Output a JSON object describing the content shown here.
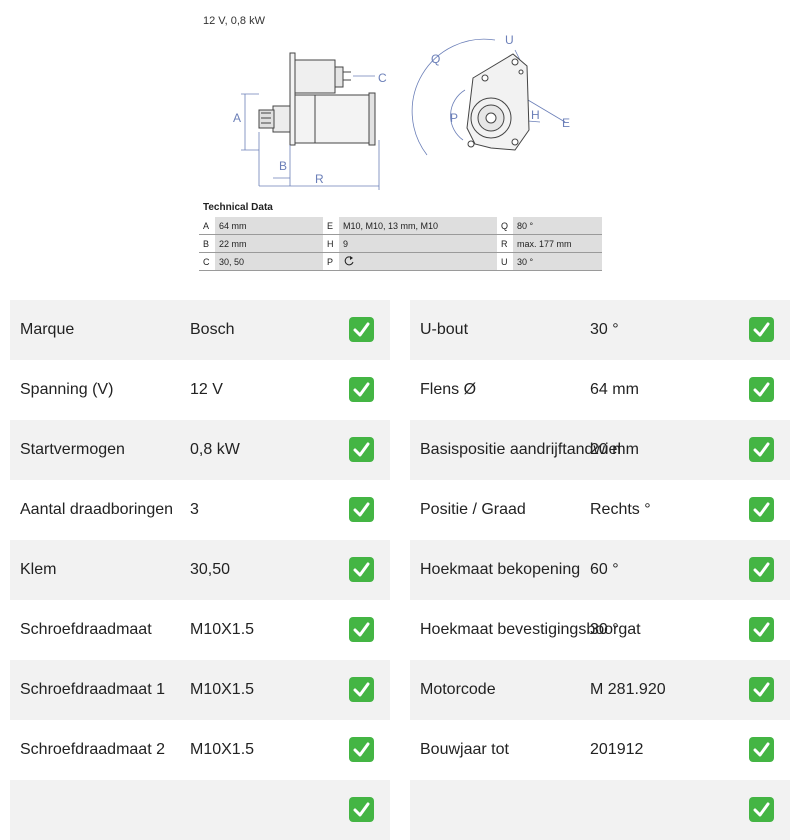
{
  "drawing": {
    "title": "12 V, 0,8 kW",
    "labels": {
      "A": "A",
      "B": "B",
      "C": "C",
      "R": "R",
      "Q": "Q",
      "U": "U",
      "P": "P",
      "H": "H",
      "E": "E"
    }
  },
  "tech": {
    "title": "Technical Data",
    "rows": [
      {
        "k1": "A",
        "v1": "64 mm",
        "k2": "E",
        "v2": "M10, M10, 13 mm, M10",
        "k3": "Q",
        "v3": "80 °"
      },
      {
        "k1": "B",
        "v1": "22 mm",
        "k2": "H",
        "v2": "9",
        "k3": "R",
        "v3": "max. 177 mm"
      },
      {
        "k1": "C",
        "v1": "30, 50",
        "k2": "P",
        "v2": "",
        "k3": "U",
        "v3": "30 °"
      }
    ],
    "p_icon": "rotation-icon"
  },
  "specs_left": [
    {
      "label": "Marque",
      "value": "Bosch"
    },
    {
      "label": "Spanning (V)",
      "value": "12 V"
    },
    {
      "label": "Startvermogen",
      "value": "0,8 kW"
    },
    {
      "label": "Aantal draadboringen",
      "value": "3"
    },
    {
      "label": "Klem",
      "value": "30,50"
    },
    {
      "label": "Schroefdraadmaat",
      "value": "M10X1.5"
    },
    {
      "label": "Schroefdraadmaat 1",
      "value": "M10X1.5"
    },
    {
      "label": "Schroefdraadmaat 2",
      "value": "M10X1.5"
    },
    {
      "label": "",
      "value": ""
    }
  ],
  "specs_right": [
    {
      "label": "U-bout",
      "value": "30 °"
    },
    {
      "label": "Flens Ø",
      "value": "64 mm"
    },
    {
      "label": "Basispositie aandrijftandwiel",
      "value": "20 mm"
    },
    {
      "label": "Positie / Graad",
      "value": "Rechts °"
    },
    {
      "label": "Hoekmaat bekopening",
      "value": "60 °"
    },
    {
      "label": "Hoekmaat bevestigingsboorgat",
      "value": "30 °"
    },
    {
      "label": "Motorcode",
      "value": "M 281.920"
    },
    {
      "label": "Bouwjaar tot",
      "value": "201912"
    },
    {
      "label": "",
      "value": ""
    }
  ],
  "icons": {
    "check": "check-mark-icon"
  },
  "colors": {
    "check_green": "#44b544",
    "row_shade": "#f2f2f2",
    "drawing_blue": "#6b7fb8"
  }
}
